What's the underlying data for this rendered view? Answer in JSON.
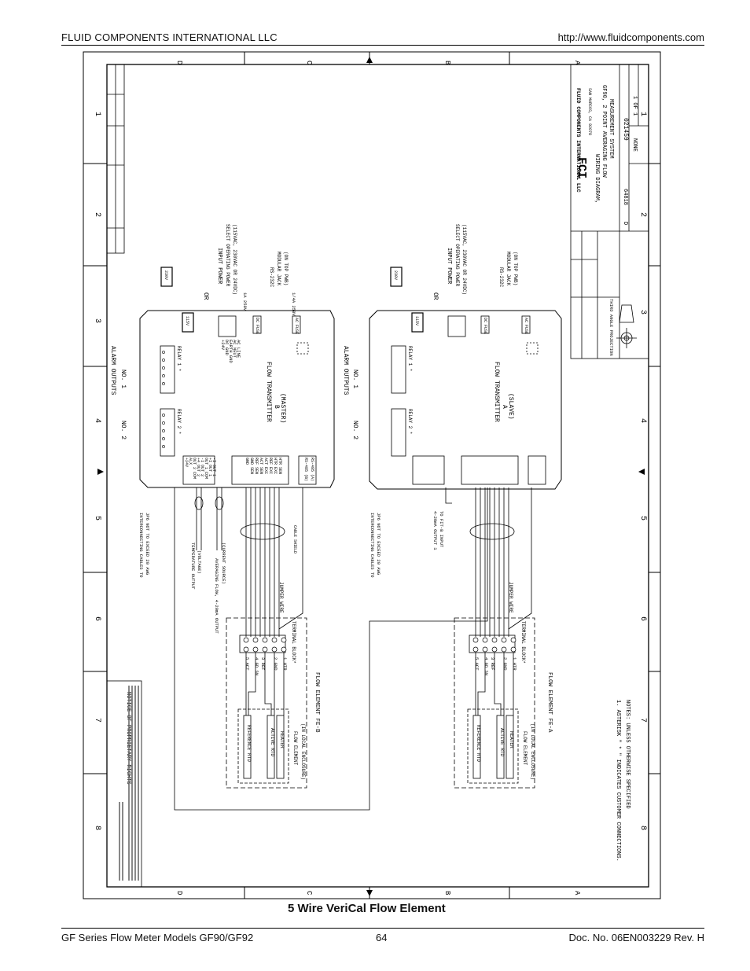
{
  "header": {
    "company": "FLUID COMPONENTS INTERNATIONAL LLC",
    "url": "http://www.fluidcomponents.com"
  },
  "drawing": {
    "zones_left_right": [
      "D",
      "C",
      "B",
      "A"
    ],
    "zones_numbers": [
      "1",
      "2",
      "3",
      "4",
      "5",
      "6",
      "7",
      "8"
    ],
    "title_block": {
      "company": "FLUID COMPONENTS INTERNATIONAL LLC",
      "city": "SAN MARCOS, CA 92078",
      "title1": "WIRING DIAGRAM,",
      "title2": "GF90, 2 POINT AVERAGING FLOW",
      "title3": "MEASUREMENT SYSTEM",
      "size": "D",
      "cage": "64818",
      "dwg_no": "021459",
      "scale": "NONE",
      "sheet": "1 OF 1",
      "projection": "THIRD ANGLE PROJECTION"
    },
    "notice_title": "NOTICE OF PROPRIETARY RIGHTS",
    "notes_title": "NOTES: UNLESS OTHERWISE SPECIFIED",
    "note1": "1. ASTERISK \" * \" INDICATES CUSTOMER CONNECTIONS.",
    "master": {
      "name": "FLOW TRANSMITTER",
      "id": "B",
      "role": "(MASTER)",
      "alarm_title": "ALARM OUTPUTS",
      "no2": "NO. 2",
      "no1": "NO. 1",
      "relay2": "RELAY 2 *",
      "relay1": "RELAY 1 *",
      "input_power": "INPUT POWER",
      "select_power": "SELECT OPERATING POWER",
      "power_options": "(115VAC, 230VAC OR 24VDC)",
      "rs232": "RS-232C",
      "jack": "MODULAR JACK",
      "jack_loc": "(ON TOP PWB)",
      "dc_fuse": "DC FUSE",
      "ac_fuse": "AC FUSE",
      "fuse_rating1": "1A 250V",
      "fuse_rating2": "1/4A 250V",
      "or": "OR",
      "s1a": "115V",
      "s1b": "230V",
      "jp6_pins": [
        "+24V",
        "ALX",
        "OUT 2 COM",
        "+4 OUT 2",
        "-I OUT 2",
        "OUT 1 COM",
        "+I OUT 1",
        "-I OUT 1"
      ],
      "jp3_pins": [
        "GND",
        "GND SEN",
        "REF SEN",
        "ACT SEN",
        "ACT EXC",
        "REF EXC",
        "HTR EXC",
        "HTR SEN"
      ],
      "jp7_pins": [
        "RS-485 (B)",
        "RS-485 (A)"
      ],
      "pwr_pins": [
        "+24V",
        "DC GND",
        "EARTH GND",
        "AC NEUT",
        "AC LINE"
      ],
      "interconnect": "INTERCONNECTING CABLES TO",
      "interconnect2": "JP6 NOT TO EXCEED 20 AWG",
      "temp_out": "TEMPERATURE OUTPUT",
      "temp_out2": "(VOLTAGE)",
      "avg_flow": "AVERAGING FLOW, 4-20mA OUTPUT",
      "avg_flow2": "(CURRENT SOURCE)",
      "cable_shield": "CABLE SHIELD"
    },
    "slave": {
      "name": "FLOW TRANSMITTER",
      "id": "A",
      "role": "(SLAVE)",
      "out_note": "4-20mA OUTPUT 1",
      "out_note2": "TO FIT-B INPUT"
    },
    "elements": {
      "fe_b": "FLOW ELEMENT FE-B",
      "fe_a": "FLOW ELEMENT FE-A",
      "terminal_block": "TERMINAL BLOCK*",
      "jumper": "JUMPER WIRE",
      "ref_rtd": "REFERENCE RTD",
      "act_rtd": "ACTIVE RTD",
      "heater": "HEATER",
      "flow_element": "FLOW ELEMENT",
      "enclosure": "(IN LOCAL ENCLOSURE)",
      "tb_labels": [
        "5 ACT",
        "4 GD SN",
        "3 REF",
        "2 GND",
        "1 HTR"
      ]
    }
  },
  "caption": "5 Wire VeriCal Flow Element",
  "footer": {
    "model": "GF Series Flow Meter Models GF90/GF92",
    "page": "64",
    "doc": "Doc. No. 06EN003229 Rev. H"
  }
}
